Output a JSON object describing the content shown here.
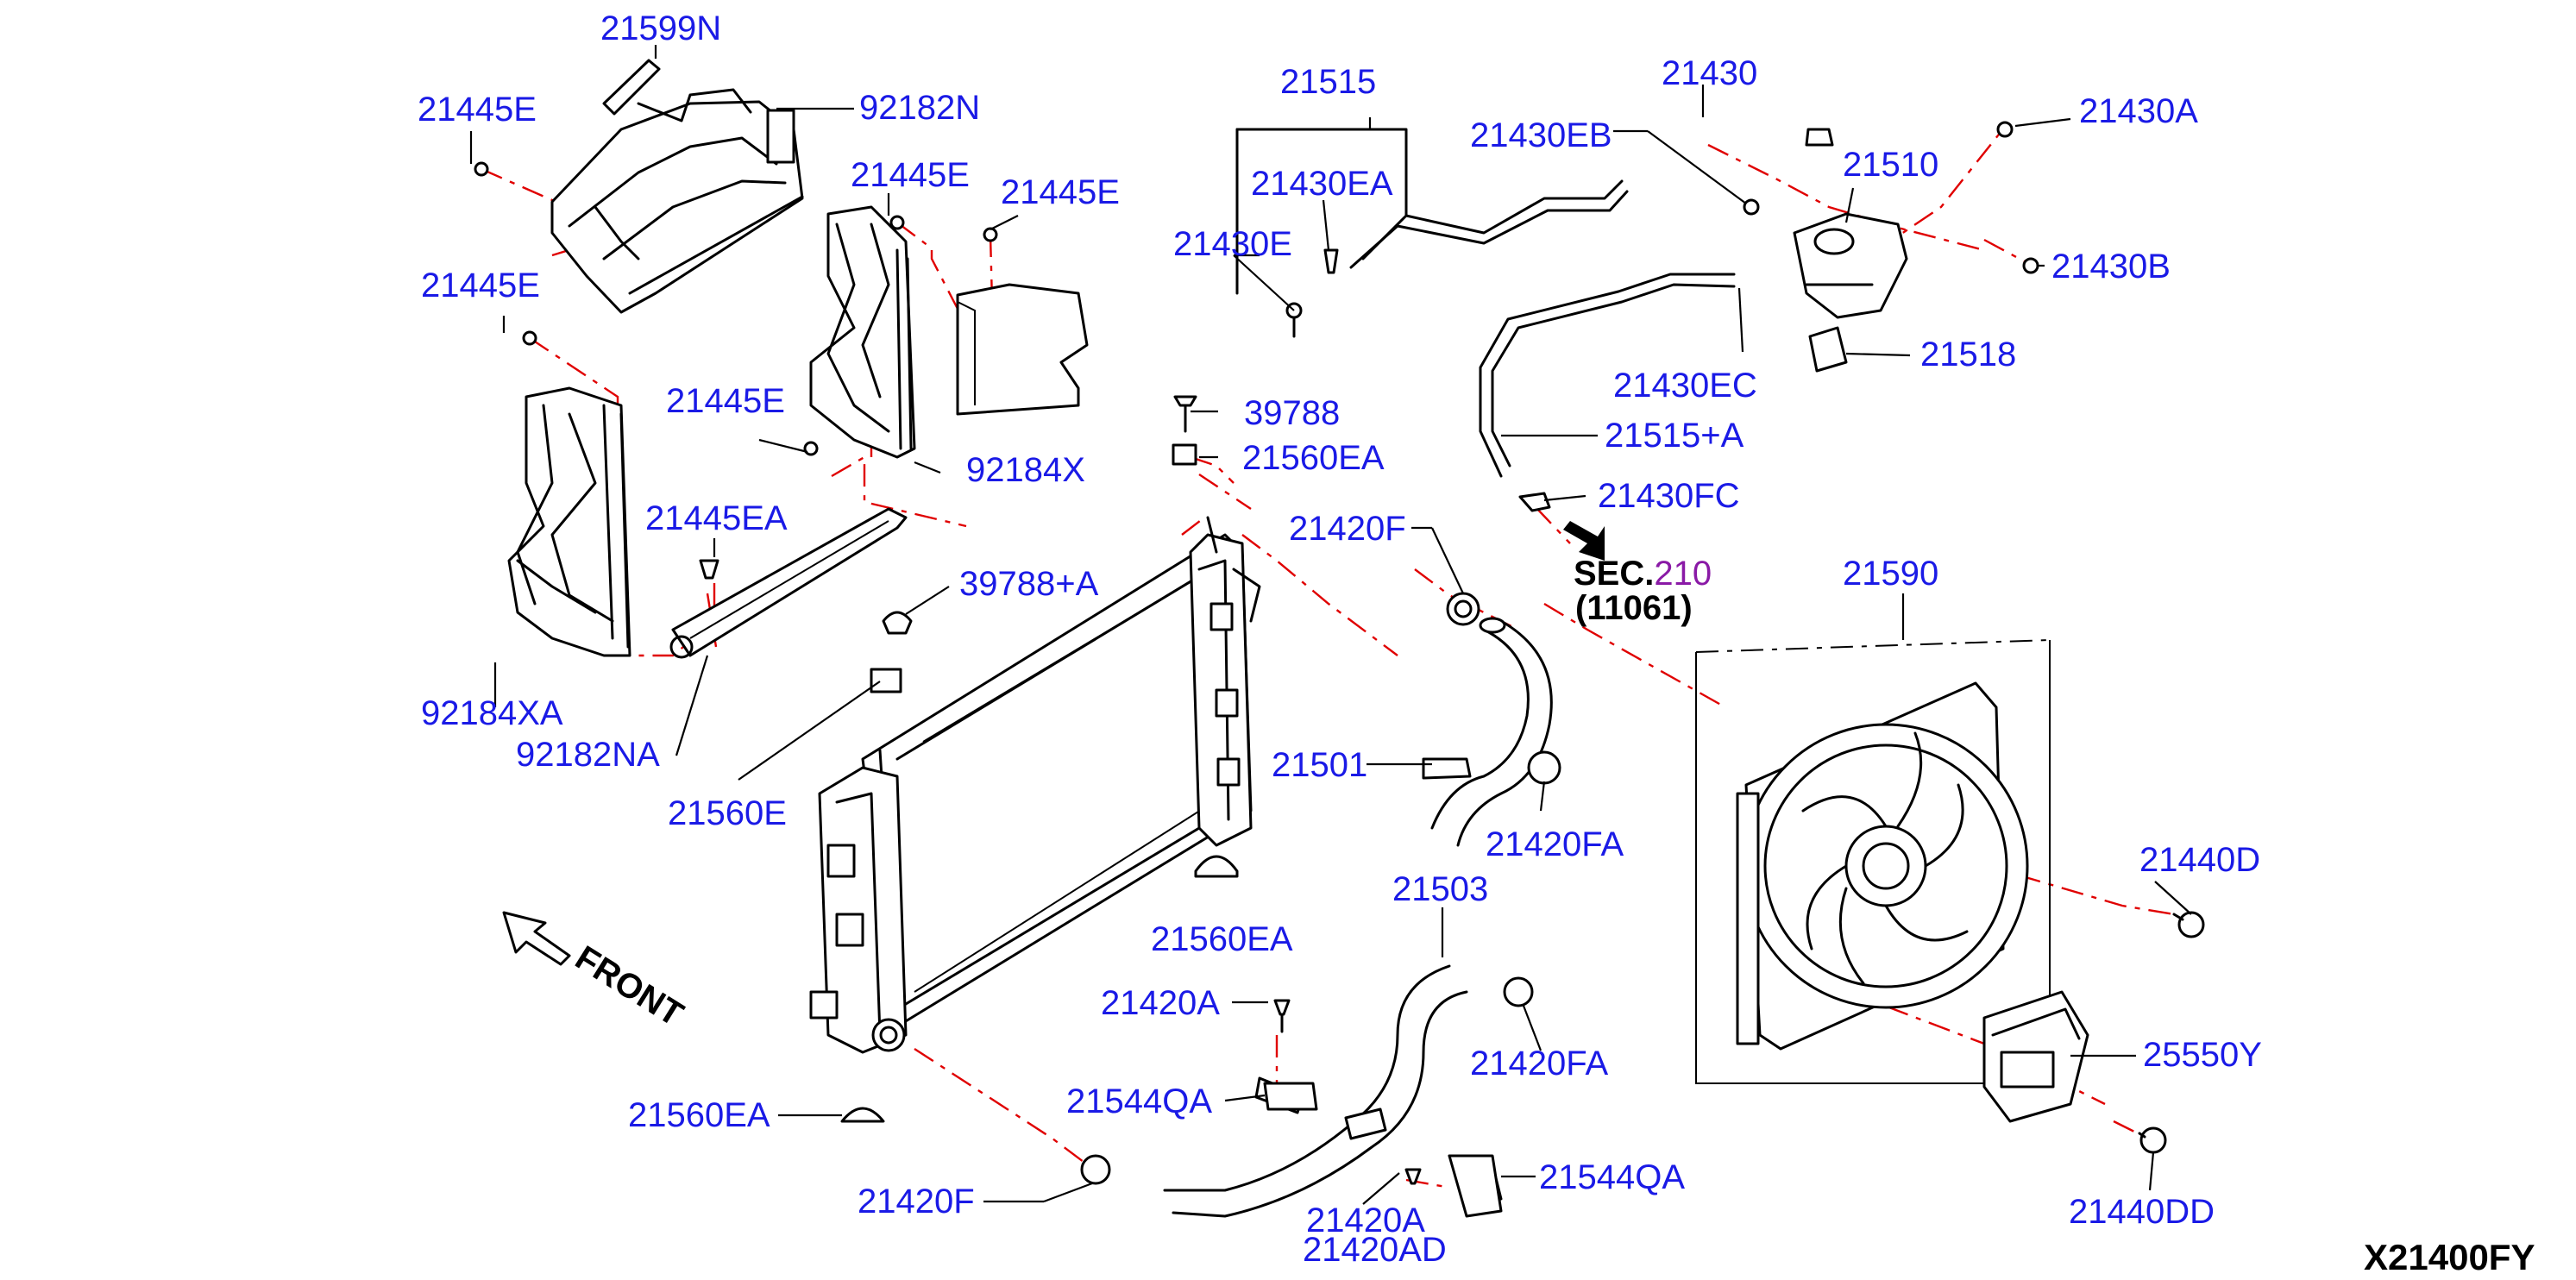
{
  "diagram_code": "X21400FY",
  "front_label": "FRONT",
  "section_ref": {
    "prefix": "SEC.",
    "number": "210",
    "sub": "(11061)"
  },
  "labels": {
    "l21599N": "21599N",
    "l92182N": "92182N",
    "l21445E_a": "21445E",
    "l21445E_b": "21445E",
    "l21445E_c": "21445E",
    "l21445E_d": "21445E",
    "l21445E_e": "21445E",
    "l21445EA": "21445EA",
    "l92184X": "92184X",
    "l92184XA": "92184XA",
    "l92182NA": "92182NA",
    "l21560E": "21560E",
    "l39788A": "39788+A",
    "l39788": "39788",
    "l21560EA_a": "21560EA",
    "l21560EA_b": "21560EA",
    "l21560EA_c": "21560EA",
    "l21515": "21515",
    "l21430EA": "21430EA",
    "l21430E": "21430E",
    "l21430EB": "21430EB",
    "l21430": "21430",
    "l21430A": "21430A",
    "l21510": "21510",
    "l21430B": "21430B",
    "l21518": "21518",
    "l21430EC": "21430EC",
    "l21515A": "21515+A",
    "l21430FC": "21430FC",
    "l21420F_a": "21420F",
    "l21420F_b": "21420F",
    "l21501": "21501",
    "l21420FA_a": "21420FA",
    "l21420FA_b": "21420FA",
    "l21503": "21503",
    "l21420A_a": "21420A",
    "l21420A_b": "21420A",
    "l21420AD": "21420AD",
    "l21544QA_a": "21544QA",
    "l21544QA_b": "21544QA",
    "l21590": "21590",
    "l21440D": "21440D",
    "l25550Y": "25550Y",
    "l21440DD": "21440DD"
  }
}
